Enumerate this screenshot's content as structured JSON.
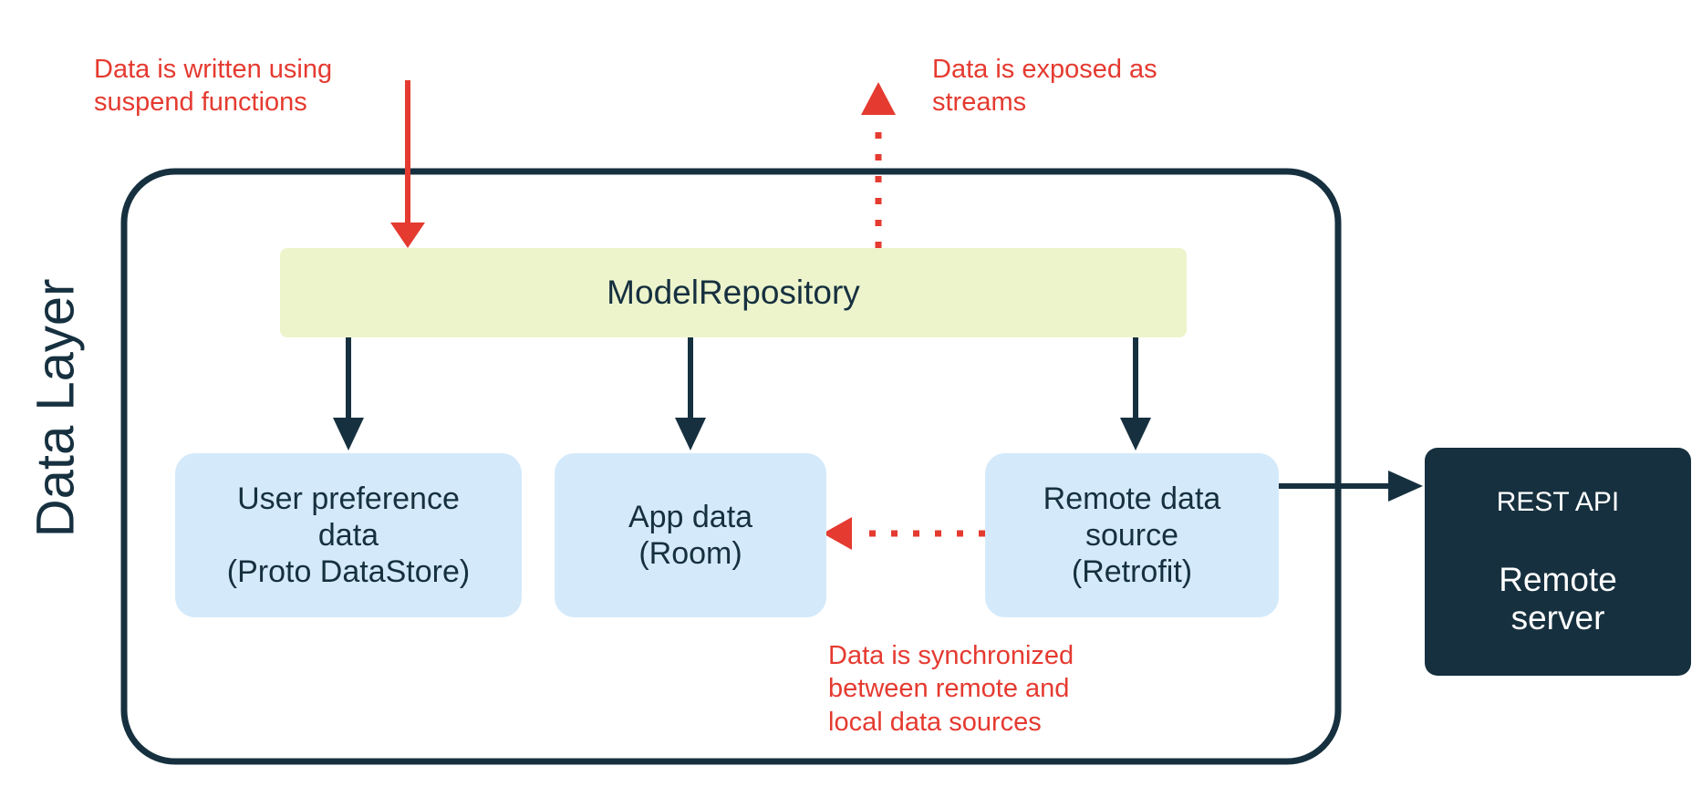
{
  "diagram": {
    "title": "Data Layer",
    "layer_label": "Data Layer"
  },
  "colors": {
    "ink": "#16303f",
    "red": "#E53A30",
    "repo_fill": "#EDF4CC",
    "source_fill": "#D4EAFB",
    "server_fill": "#16303f",
    "background": "#ffffff"
  },
  "nodes": {
    "repository": {
      "label": "ModelRepository"
    },
    "user_preference": {
      "line1": "User preference",
      "line2": "data",
      "line3": "(Proto DataStore)"
    },
    "app_data": {
      "line1": "App data",
      "line2": "(Room)"
    },
    "remote_source": {
      "line1": "Remote data",
      "line2": "source",
      "line3": "(Retrofit)"
    },
    "server": {
      "api_label": "REST API",
      "line1": "Remote",
      "line2": "server"
    }
  },
  "annotations": {
    "write": "Data is written using\nsuspend functions",
    "stream": "Data is exposed as\nstreams",
    "sync": "Data is synchronized\nbetween remote and\nlocal data sources"
  },
  "connectors": [
    {
      "name": "write-arrow",
      "from": "outside-top",
      "to": "repository",
      "style": "solid",
      "color": "#E53A30"
    },
    {
      "name": "stream-arrow",
      "from": "repository",
      "to": "outside-top",
      "style": "dotted",
      "color": "#E53A30"
    },
    {
      "name": "repo-to-preference",
      "from": "repository",
      "to": "user_preference",
      "style": "solid",
      "color": "#16303f"
    },
    {
      "name": "repo-to-app-data",
      "from": "repository",
      "to": "app_data",
      "style": "solid",
      "color": "#16303f"
    },
    {
      "name": "repo-to-remote",
      "from": "repository",
      "to": "remote_source",
      "style": "solid",
      "color": "#16303f"
    },
    {
      "name": "remote-to-app-data",
      "from": "remote_source",
      "to": "app_data",
      "style": "dotted",
      "color": "#E53A30"
    },
    {
      "name": "remote-to-server",
      "from": "remote_source",
      "to": "server",
      "style": "solid",
      "color": "#16303f"
    }
  ]
}
